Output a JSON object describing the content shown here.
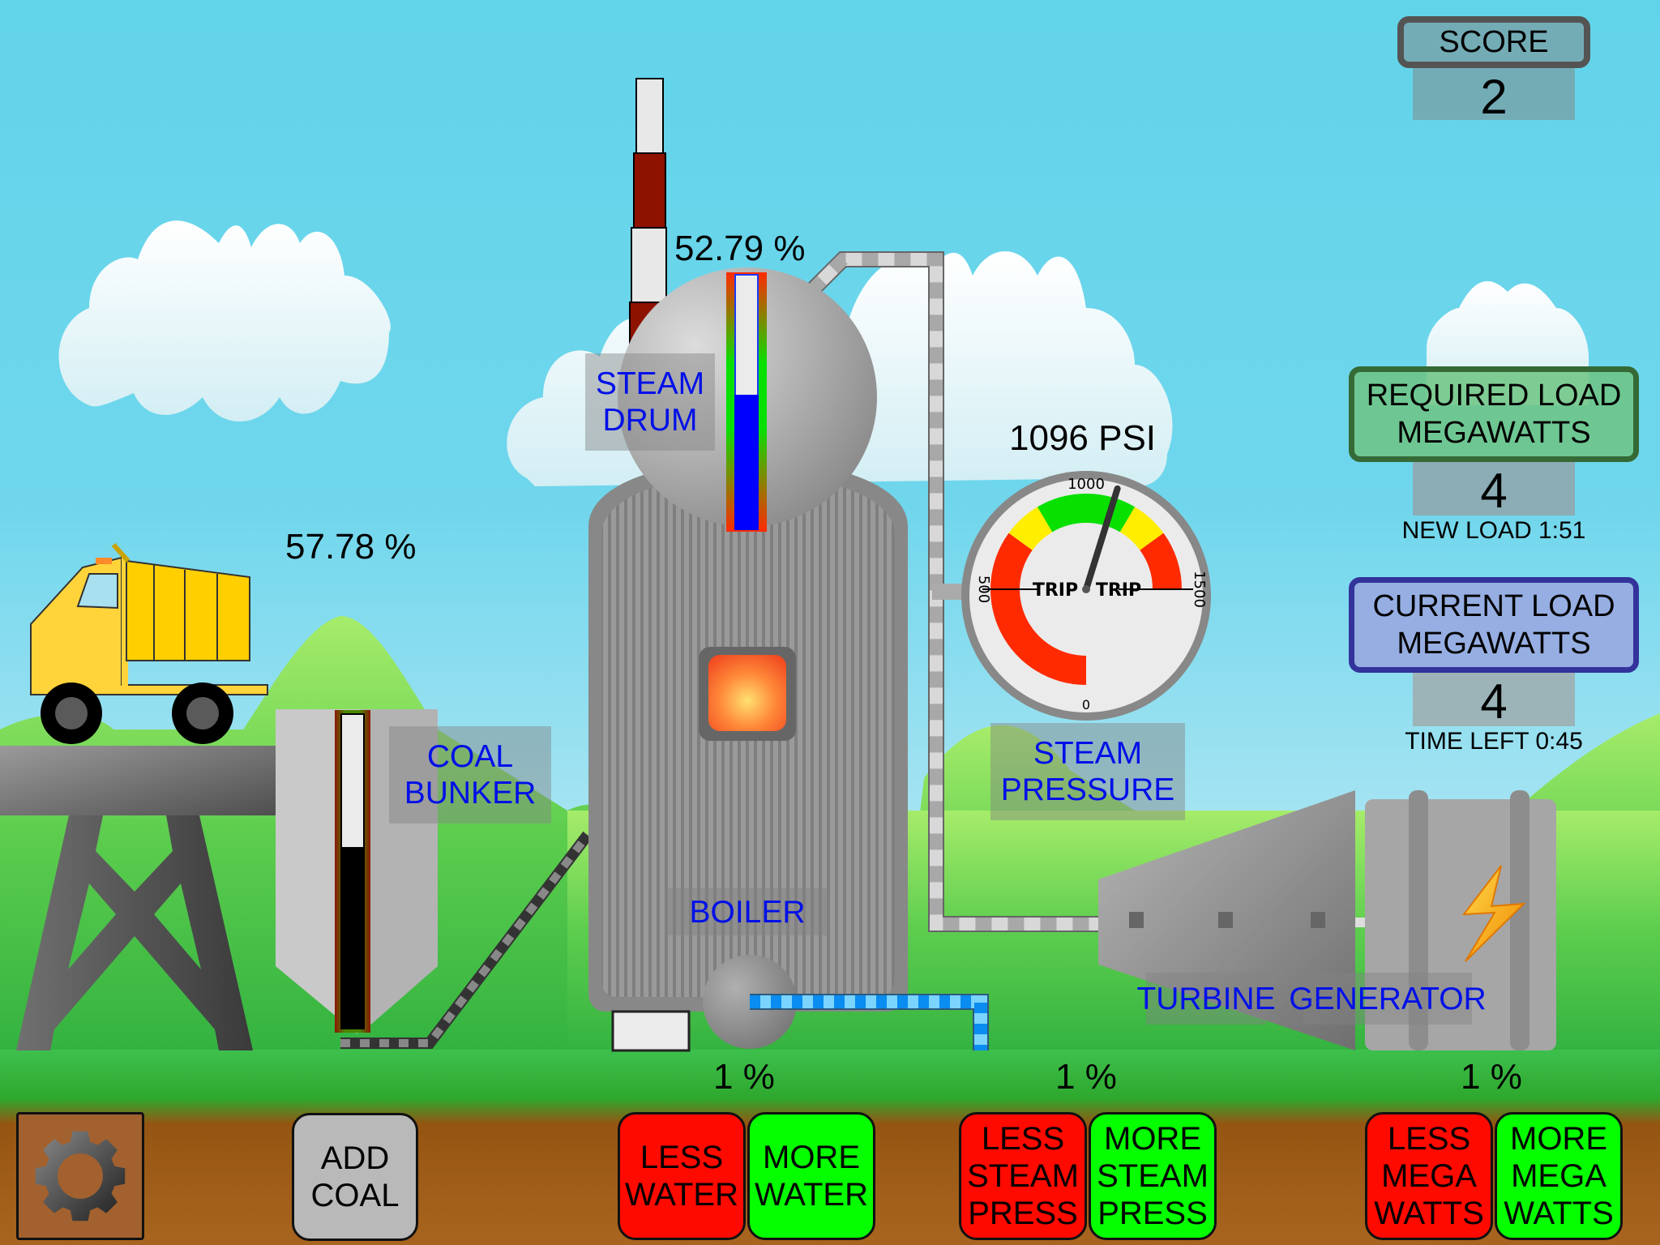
{
  "score": {
    "label": "SCORE",
    "value": "2"
  },
  "required_load": {
    "title_line1": "REQUIRED LOAD",
    "title_line2": "MEGAWATTS",
    "value": "4",
    "sub": "NEW LOAD 1:51"
  },
  "current_load": {
    "title_line1": "CURRENT LOAD",
    "title_line2": "MEGAWATTS",
    "value": "4",
    "sub": "TIME LEFT 0:45"
  },
  "coal_bunker": {
    "label_line1": "COAL",
    "label_line2": "BUNKER",
    "level_text": "57.78 %",
    "level": 0.5778
  },
  "steam_drum": {
    "label_line1": "STEAM",
    "label_line2": "DRUM",
    "level_text": "52.79 %",
    "level": 0.5279
  },
  "boiler": {
    "label": "BOILER",
    "rate_text": "1 %"
  },
  "steam_pressure": {
    "label_line1": "STEAM",
    "label_line2": "PRESSURE",
    "reading_text": "1096 PSI",
    "value": 1096,
    "ticks": {
      "t0": "0",
      "t500": "500",
      "t1000": "1000",
      "t1500": "1500"
    },
    "trip_low": "TRIP",
    "trip_high": "TRIP",
    "rate_text": "1 %"
  },
  "turbine": {
    "label": "TURBINE"
  },
  "generator": {
    "label": "GENERATOR",
    "rate_text": "1 %"
  },
  "buttons": {
    "settings": "settings",
    "add_coal_1": "ADD",
    "add_coal_2": "COAL",
    "less_water_1": "LESS",
    "less_water_2": "WATER",
    "more_water_1": "MORE",
    "more_water_2": "WATER",
    "less_steam_1": "LESS",
    "less_steam_2": "STEAM",
    "less_steam_3": "PRESS",
    "more_steam_1": "MORE",
    "more_steam_2": "STEAM",
    "more_steam_3": "PRESS",
    "less_mw_1": "LESS",
    "less_mw_2": "MEGA",
    "less_mw_3": "WATTS",
    "more_mw_1": "MORE",
    "more_mw_2": "MEGA",
    "more_mw_3": "WATTS"
  },
  "colors": {
    "sky": "#62d4ea",
    "grass": "#3cb843",
    "soil": "#9a5a14",
    "label_text": "#0010e8",
    "less": "#ff0a00",
    "more": "#06ff00",
    "water": "#0000ff",
    "coal": "#000000"
  }
}
